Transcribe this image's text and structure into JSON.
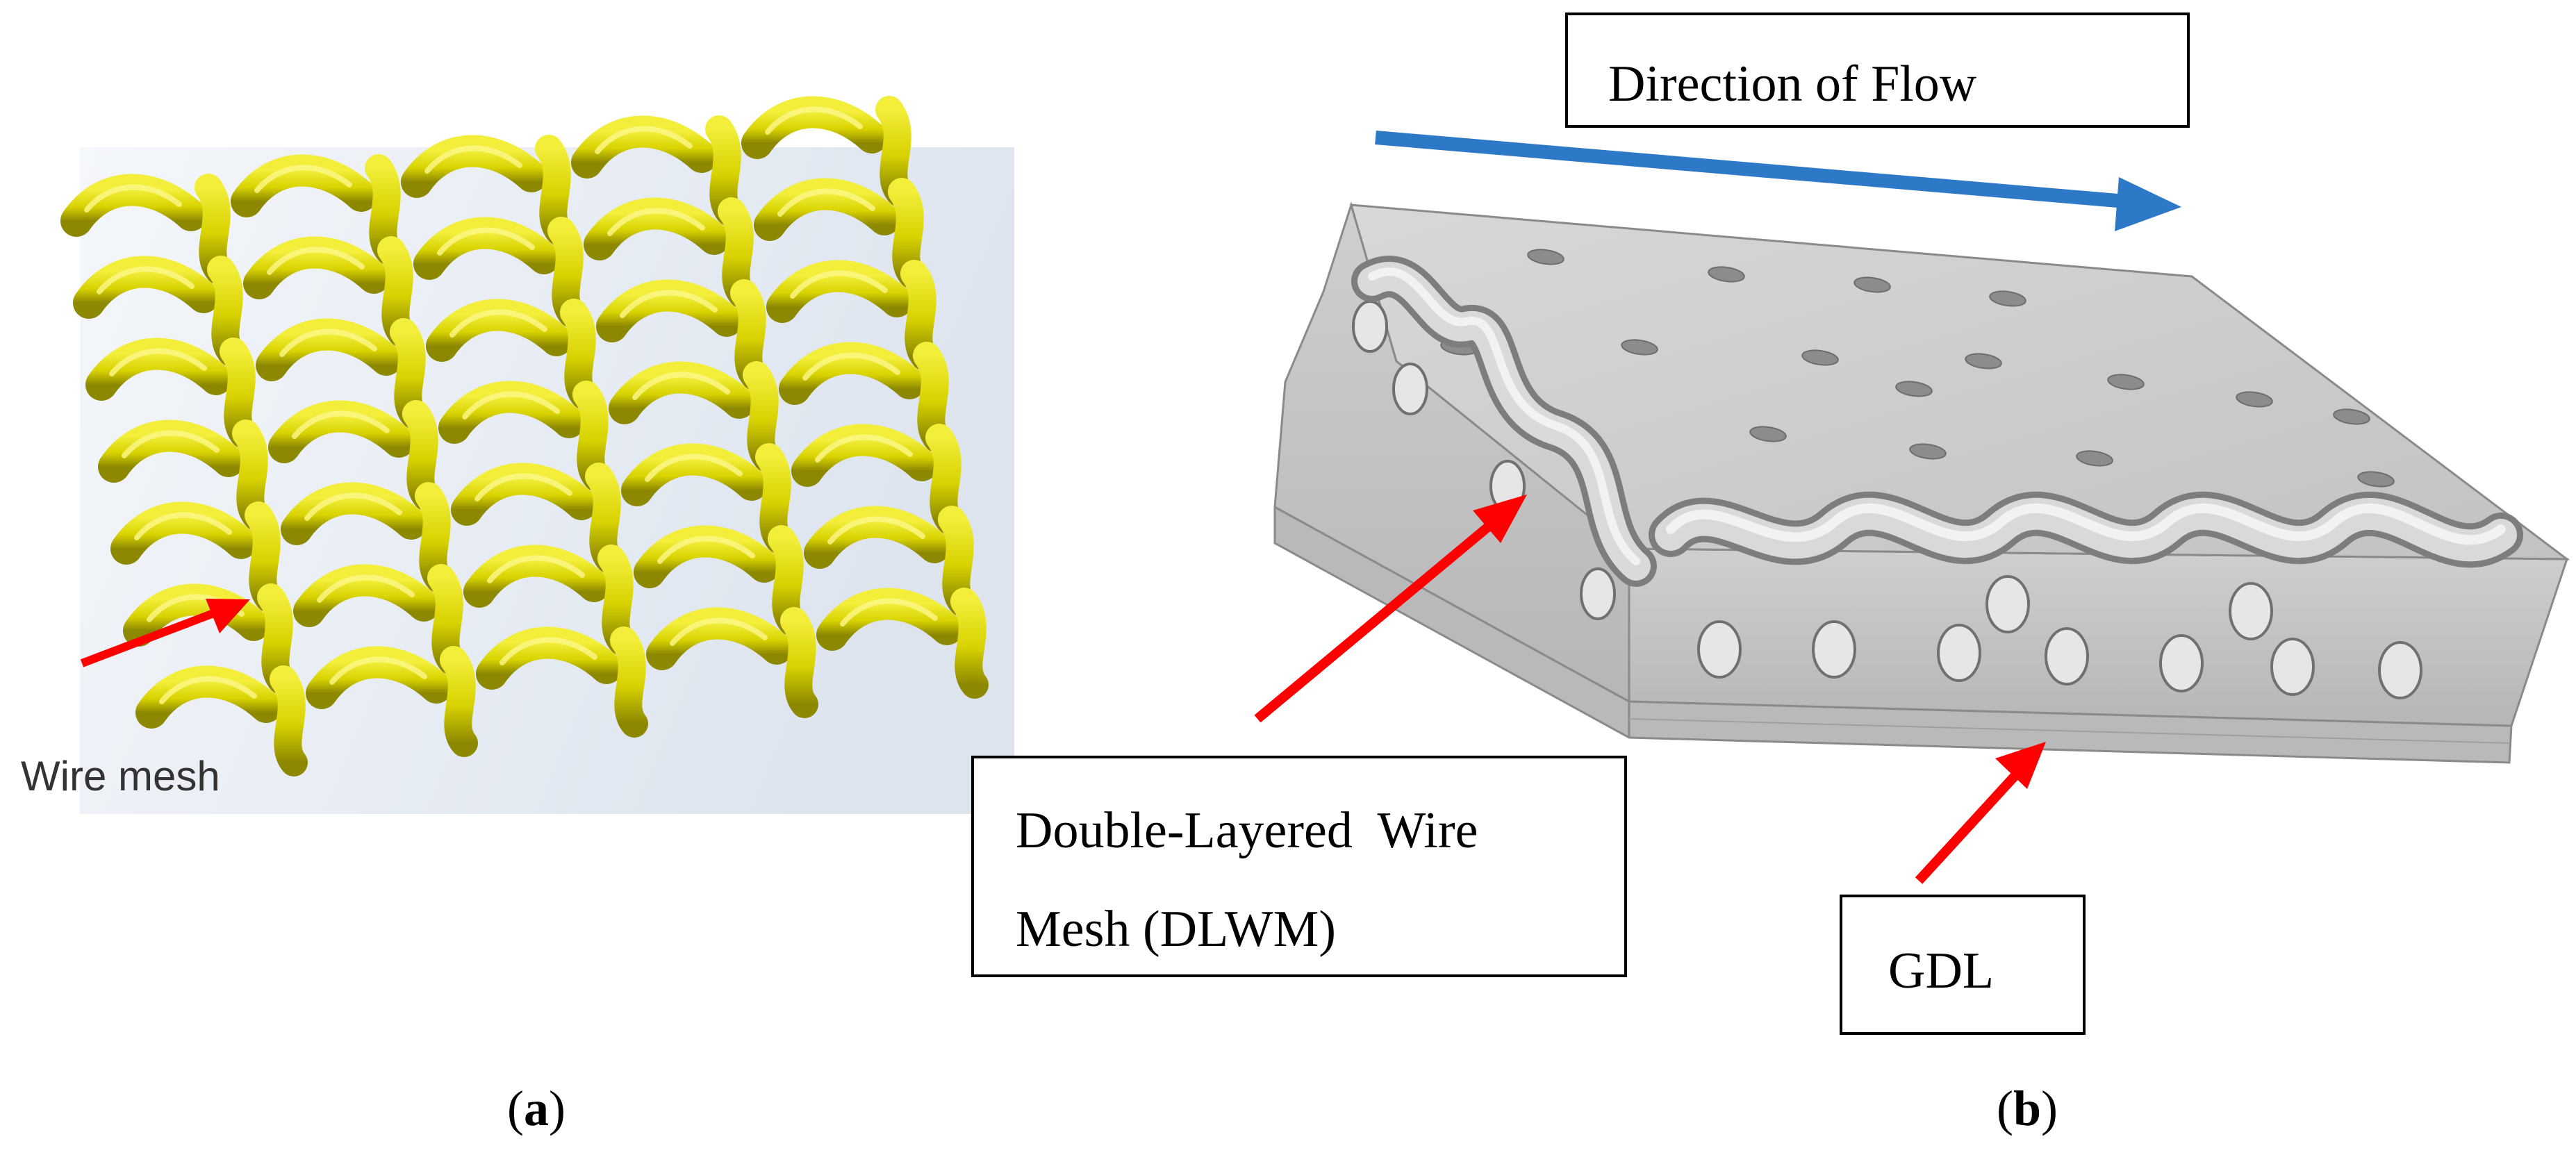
{
  "panel_a": {
    "callout": "Wire mesh",
    "caption_open": "(",
    "caption_letter": "a",
    "caption_close": ")"
  },
  "panel_b": {
    "flow_label": "Direction of Flow",
    "dlwm_line1": "Double-Layered  Wire",
    "dlwm_line2": "Mesh (DLWM)",
    "gdl_label": "GDL",
    "caption_open": "(",
    "caption_letter": "b",
    "caption_close": ")"
  },
  "colors": {
    "mesh_wire": "#d8d200",
    "flow_arrow": "#2e78c8",
    "callout_arrow": "#ff0000",
    "plate": "#c6c6c6"
  }
}
